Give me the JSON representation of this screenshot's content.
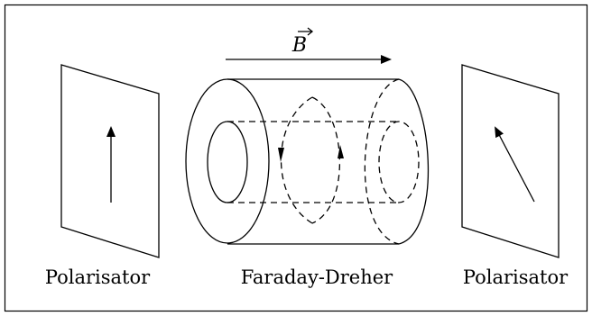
{
  "figure": {
    "field_label": "B",
    "left_caption": "Polarisator",
    "middle_caption": "Faraday-Dreher",
    "right_caption": "Polarisator"
  },
  "colors": {
    "stroke": "#000000",
    "background": "#ffffff"
  }
}
